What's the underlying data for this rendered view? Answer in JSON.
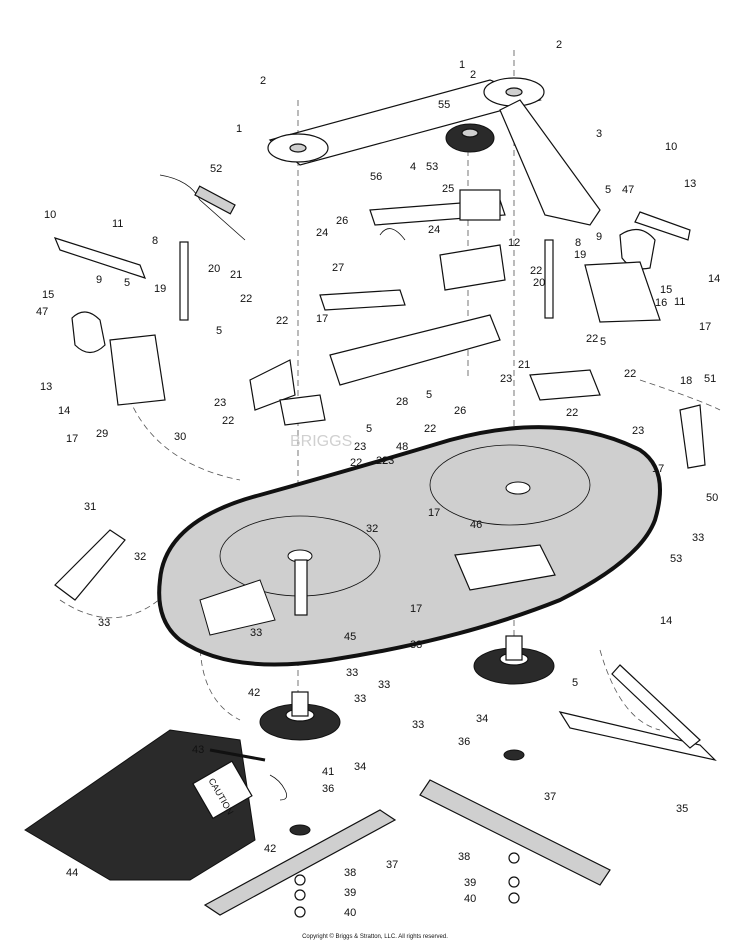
{
  "diagram": {
    "callouts": [
      "1",
      "1",
      "2",
      "2",
      "2",
      "3",
      "4",
      "5",
      "5",
      "5",
      "5",
      "5",
      "5",
      "5",
      "8",
      "8",
      "9",
      "9",
      "10",
      "10",
      "11",
      "11",
      "12",
      "13",
      "13",
      "14",
      "14",
      "14",
      "15",
      "15",
      "16",
      "17",
      "17",
      "17",
      "17",
      "17",
      "17",
      "18",
      "19",
      "19",
      "20",
      "20",
      "21",
      "21",
      "22",
      "22",
      "22",
      "22",
      "22",
      "22",
      "22",
      "22",
      "22",
      "22",
      "23",
      "23",
      "23",
      "23",
      "23",
      "24",
      "24",
      "25",
      "26",
      "26",
      "27",
      "28",
      "29",
      "30",
      "31",
      "32",
      "32",
      "33",
      "33",
      "33",
      "33",
      "33",
      "33",
      "33",
      "33",
      "34",
      "34",
      "35",
      "36",
      "36",
      "37",
      "37",
      "38",
      "38",
      "39",
      "39",
      "40",
      "40",
      "41",
      "42",
      "42",
      "43",
      "44",
      "45",
      "46",
      "47",
      "47",
      "48",
      "50",
      "51",
      "52",
      "53",
      "53",
      "55",
      "56"
    ],
    "warning_label": "CAUTION",
    "watermark": "BRIGGS"
  },
  "footer": {
    "copyright": "Copyright © Briggs & Stratton, LLC. All rights reserved."
  }
}
